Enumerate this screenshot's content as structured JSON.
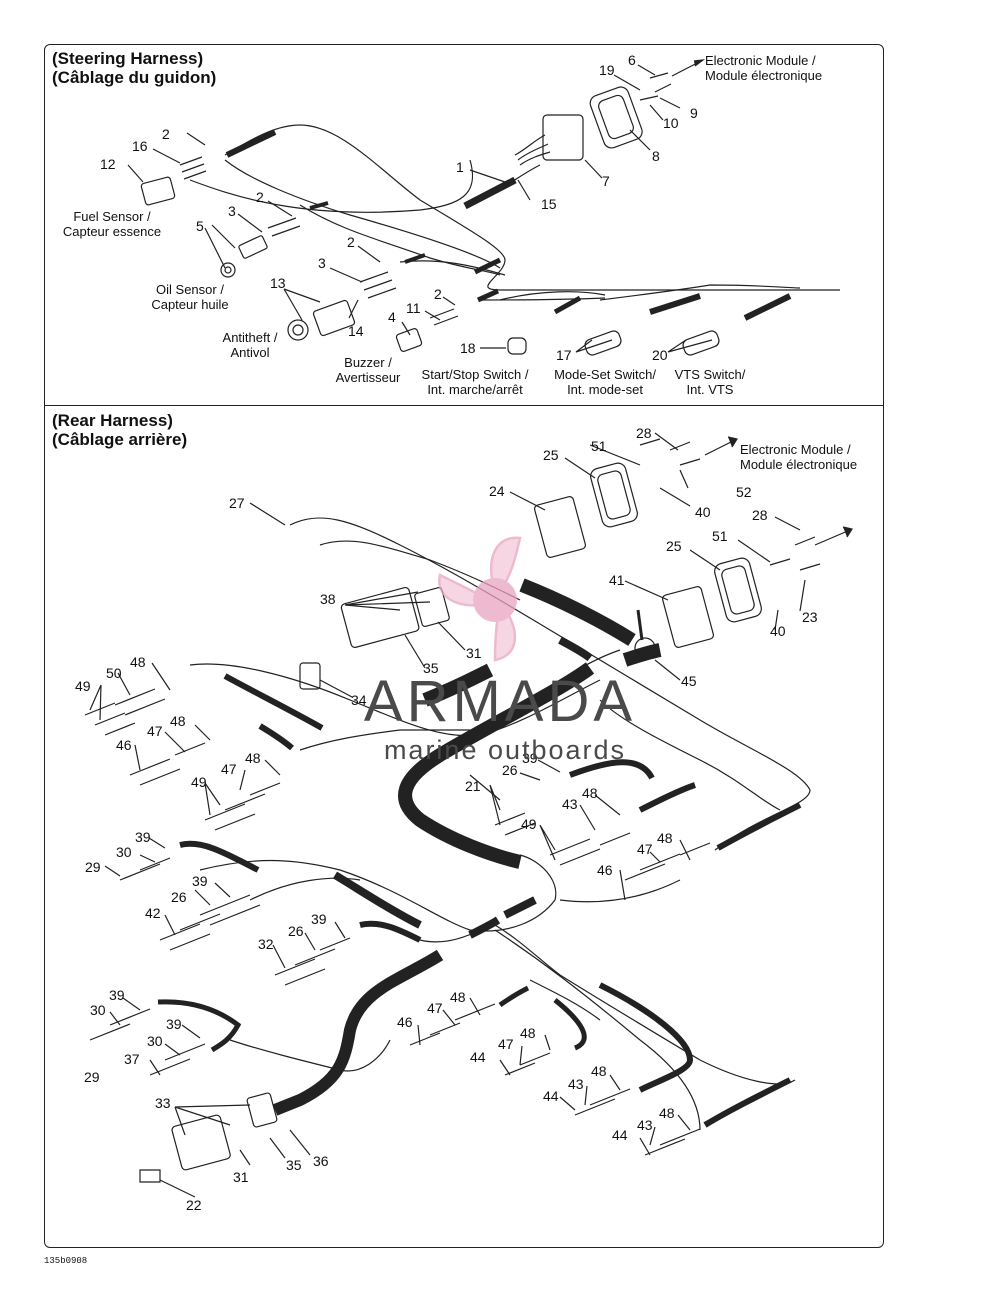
{
  "steering": {
    "title_en": "(Steering Harness)",
    "title_fr": "(Câblage du guidon)",
    "labels": {
      "electronic_module": [
        "Electronic Module /",
        "Module électronique"
      ],
      "fuel_sensor": [
        "Fuel Sensor /",
        "Capteur essence"
      ],
      "oil_sensor": [
        "Oil Sensor /",
        "Capteur huile"
      ],
      "antitheft": [
        "Antitheft /",
        "Antivol"
      ],
      "buzzer": [
        "Buzzer /",
        "Avertisseur"
      ],
      "start_stop": [
        "Start/Stop Switch /",
        "Int. marche/arrêt"
      ],
      "mode_set": [
        "Mode-Set Switch/",
        "Int. mode-set"
      ],
      "vts": [
        "VTS Switch/",
        "Int. VTS"
      ]
    },
    "callouts": [
      "6",
      "19",
      "9",
      "10",
      "8",
      "7",
      "1",
      "15",
      "2",
      "16",
      "12",
      "2",
      "3",
      "5",
      "2",
      "3",
      "13",
      "14",
      "11",
      "2",
      "4",
      "18",
      "17",
      "20"
    ]
  },
  "rear": {
    "title_en": "(Rear Harness)",
    "title_fr": "(Câblage arrière)",
    "labels": {
      "electronic_module": [
        "Electronic Module /",
        "Module électronique"
      ]
    },
    "callouts": [
      "28",
      "51",
      "25",
      "52",
      "40",
      "24",
      "27",
      "28",
      "51",
      "25",
      "41",
      "23",
      "40",
      "38",
      "31",
      "35",
      "45",
      "48",
      "50",
      "49",
      "34",
      "48",
      "47",
      "46",
      "48",
      "47",
      "49",
      "39",
      "26",
      "21",
      "43",
      "48",
      "49",
      "48",
      "47",
      "46",
      "39",
      "30",
      "29",
      "39",
      "26",
      "42",
      "39",
      "26",
      "32",
      "39",
      "30",
      "39",
      "30",
      "37",
      "29",
      "48",
      "47",
      "46",
      "48",
      "47",
      "44",
      "48",
      "43",
      "44",
      "48",
      "43",
      "44",
      "33",
      "31",
      "35",
      "36",
      "22"
    ]
  },
  "watermark": {
    "brand": "ARMADA",
    "tagline": "marine outboards"
  },
  "drawing_code": "135b0908",
  "colors": {
    "line": "#222222",
    "logo_pink": "#e8a3c0",
    "watermark_gray": "#4a4a4a"
  }
}
